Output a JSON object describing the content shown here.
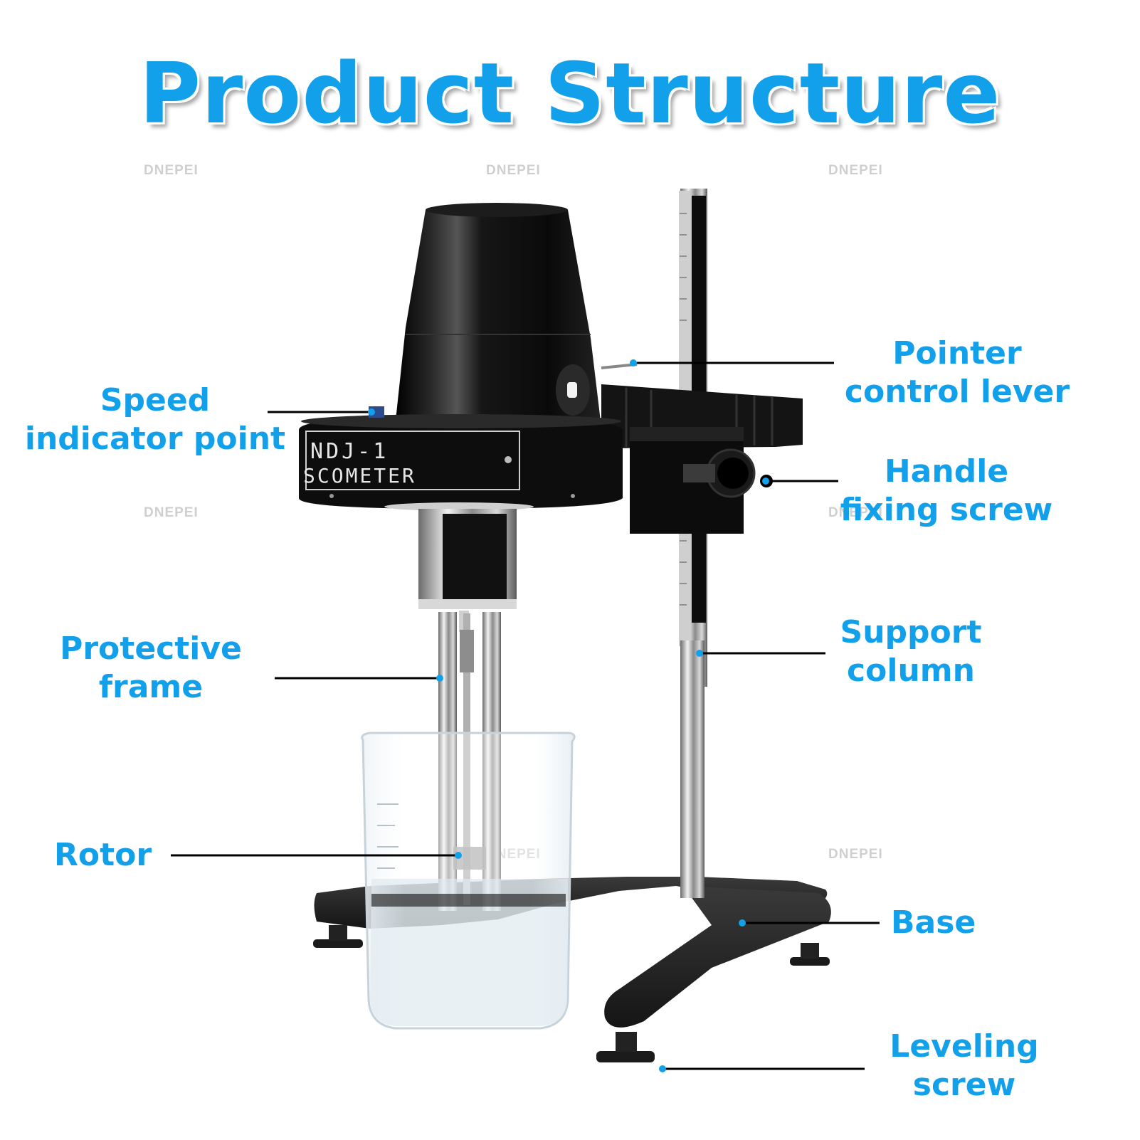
{
  "title": "Product Structure",
  "watermark": "DNEPEI",
  "device": {
    "model_line1": "NDJ-1",
    "model_line2": "SCOMETER"
  },
  "labels": {
    "pointer_control_lever": [
      "Pointer",
      "control lever"
    ],
    "speed_indicator_point": [
      "Speed",
      "indicator point"
    ],
    "handle_fixing_screw": [
      "Handle",
      "fixing screw"
    ],
    "support_column": [
      "Support",
      "column"
    ],
    "protective_frame": [
      "Protective",
      "frame"
    ],
    "rotor": [
      "Rotor"
    ],
    "base": [
      "Base"
    ],
    "leveling_screw": [
      "Leveling",
      "screw"
    ]
  },
  "colors": {
    "accent": "#12a0ea",
    "device_body": "#111111",
    "leader_line": "#000000",
    "watermark": "#cfcfcf"
  }
}
